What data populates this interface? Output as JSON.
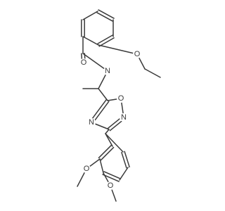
{
  "molecule": {
    "atom_labels": {
      "amide_o": "O",
      "amide_n": "N",
      "ether_o": "O",
      "ring_o": "O",
      "ring_n4": "N",
      "ring_n2": "N",
      "methoxy_o_left": "O",
      "methoxy_o_right": "O"
    },
    "atom_color": "#3a3a3a"
  }
}
